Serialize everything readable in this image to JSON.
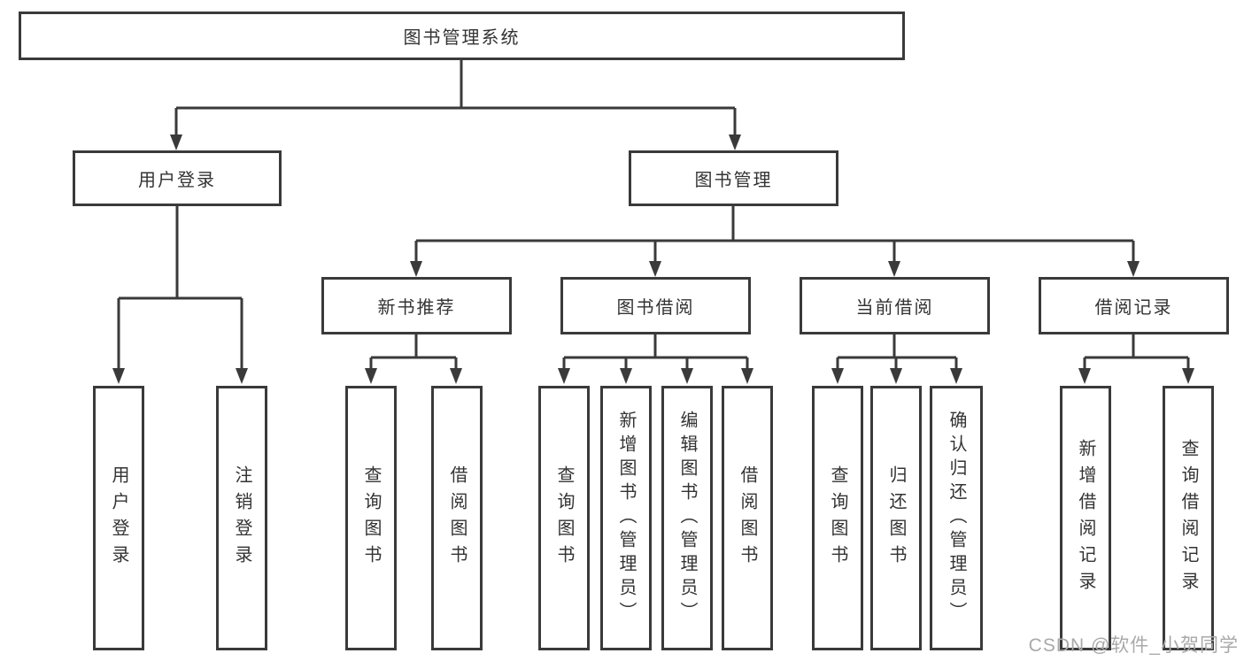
{
  "colors": {
    "line": "#3a3a3a",
    "box_border": "#3a3a3a",
    "box_fill": "#ffffff",
    "text": "#333333",
    "watermark_text": "#a9a9a9",
    "background": "#ffffff"
  },
  "diagram": {
    "root": {
      "label": "图书管理系统"
    },
    "level2": {
      "user_login": {
        "label": "用户登录"
      },
      "book_mgmt": {
        "label": "图书管理"
      }
    },
    "level3": {
      "new_books": {
        "label": "新书推荐"
      },
      "book_borrow": {
        "label": "图书借阅"
      },
      "current_borrow": {
        "label": "当前借阅"
      },
      "borrow_records": {
        "label": "借阅记录"
      }
    },
    "leaves": {
      "user_login": [
        {
          "label": "用户登录"
        },
        {
          "label": "注销登录"
        }
      ],
      "new_books": [
        {
          "label": "查询图书"
        },
        {
          "label": "借阅图书"
        }
      ],
      "book_borrow": [
        {
          "label": "查询图书"
        },
        {
          "label": "新增图书（管理员）"
        },
        {
          "label": "编辑图书（管理员）"
        },
        {
          "label": "借阅图书"
        }
      ],
      "current_borrow": [
        {
          "label": "查询图书"
        },
        {
          "label": "归还图书"
        },
        {
          "label": "确认归还（管理员）"
        }
      ],
      "borrow_records": [
        {
          "label": "新增借阅记录"
        },
        {
          "label": "查询借阅记录"
        }
      ]
    }
  },
  "watermark": {
    "text": "CSDN @软件_小贺同学"
  }
}
